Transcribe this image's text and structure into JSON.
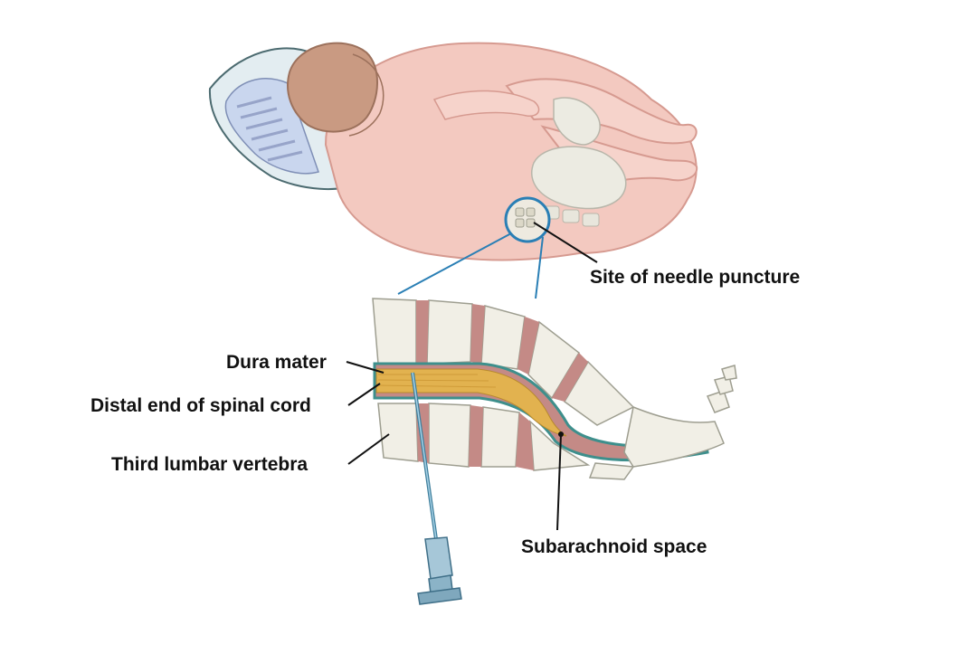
{
  "labels": {
    "site_of_needle_puncture": "Site of needle puncture",
    "dura_mater": "Dura mater",
    "distal_end_of_spinal_cord": "Distal end of spinal cord",
    "third_lumbar_vertebra": "Third lumbar vertebra",
    "subarachnoid_space": "Subarachnoid space"
  },
  "colors": {
    "skin": "#f3c9c0",
    "skin_outline": "#d69a90",
    "hair": "#c79b83",
    "pillow": "#e3edf1",
    "pillow_stripe": "#9ba9c8",
    "bone": "#f1efe6",
    "bone_outline": "#9e9e90",
    "disc": "#c48a86",
    "spinal_cord": "#e2b24f",
    "dura": "#3e8f8c",
    "zoom_line": "#2a7fb5",
    "needle": "#7aa7c2",
    "label_text": "#111111"
  }
}
